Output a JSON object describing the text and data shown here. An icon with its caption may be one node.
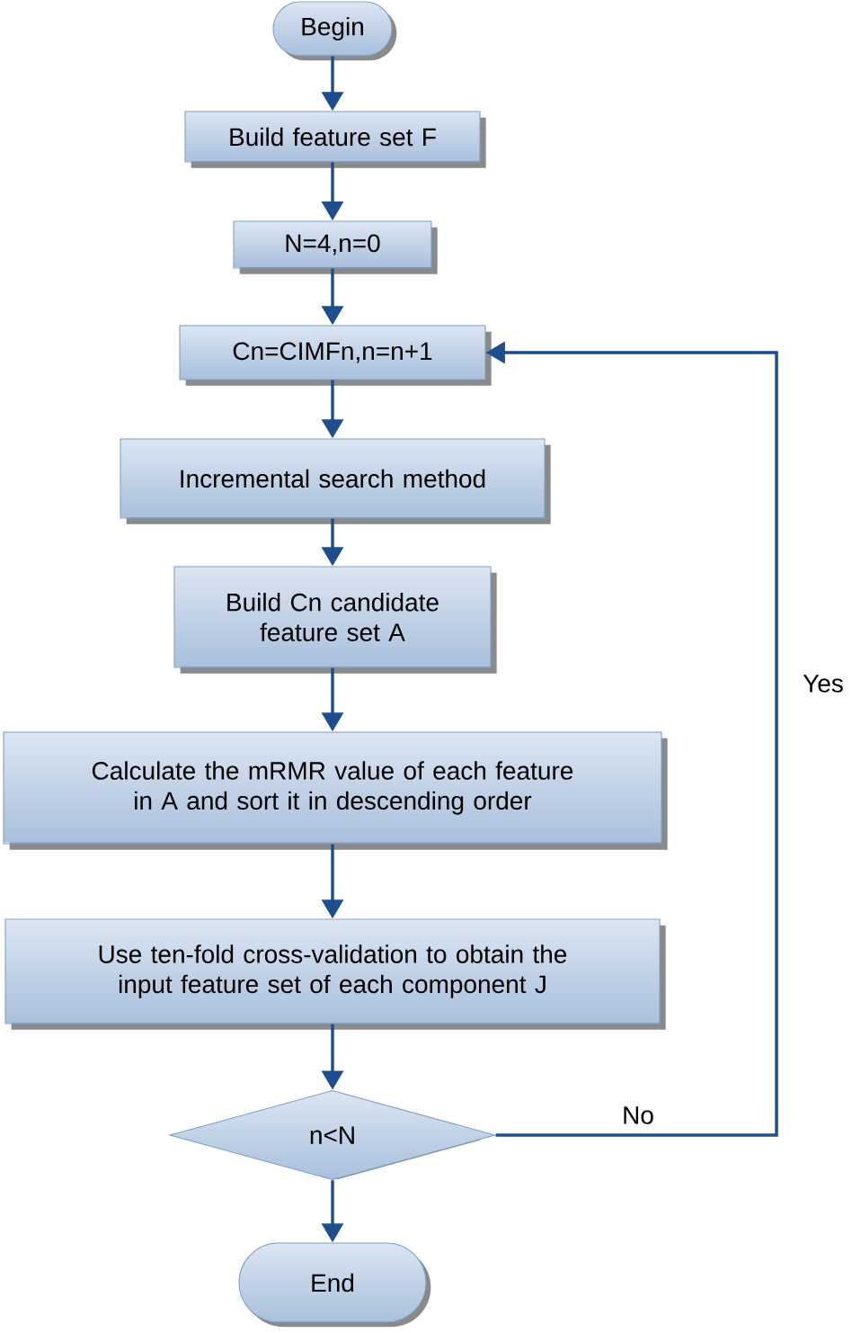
{
  "diagram": {
    "nodes": [
      {
        "text": [
          "Begin"
        ]
      },
      {
        "text": [
          "Build feature set F"
        ]
      },
      {
        "text": [
          "N=4,n=0"
        ]
      },
      {
        "text": [
          "Cn=CIMFn,n=n+1"
        ]
      },
      {
        "text": [
          "Incremental search method"
        ]
      },
      {
        "text": [
          "Build Cn candidate feature set A"
        ]
      },
      {
        "text": [
          "Calculate the mRMR value of each feature in A and sort it in descending order"
        ]
      },
      {
        "text": [
          "Use ten-fold cross-validation to obtain the input feature set of each component J"
        ]
      },
      {
        "text": [
          "n<N"
        ]
      },
      {
        "text": [
          "End"
        ]
      }
    ],
    "edges": [
      {
        "from": 0,
        "to": 1,
        "arrow": "to"
      },
      {
        "from": 1,
        "to": 2,
        "arrow": "to"
      },
      {
        "from": 2,
        "to": 3,
        "arrow": "to"
      },
      {
        "from": 3,
        "to": 4,
        "arrow": "to"
      },
      {
        "from": 4,
        "to": 5,
        "arrow": "to"
      },
      {
        "from": 5,
        "to": 6,
        "arrow": "to"
      },
      {
        "from": 6,
        "to": 7,
        "arrow": "to"
      },
      {
        "from": 7,
        "to": 8,
        "arrow": "to"
      },
      {
        "from": 8,
        "to": 9,
        "arrow": "to"
      },
      {
        "from": 8,
        "to": 3,
        "arrow": "to",
        "label": "No"
      }
    ],
    "labels": [
      "Yes"
    ]
  }
}
